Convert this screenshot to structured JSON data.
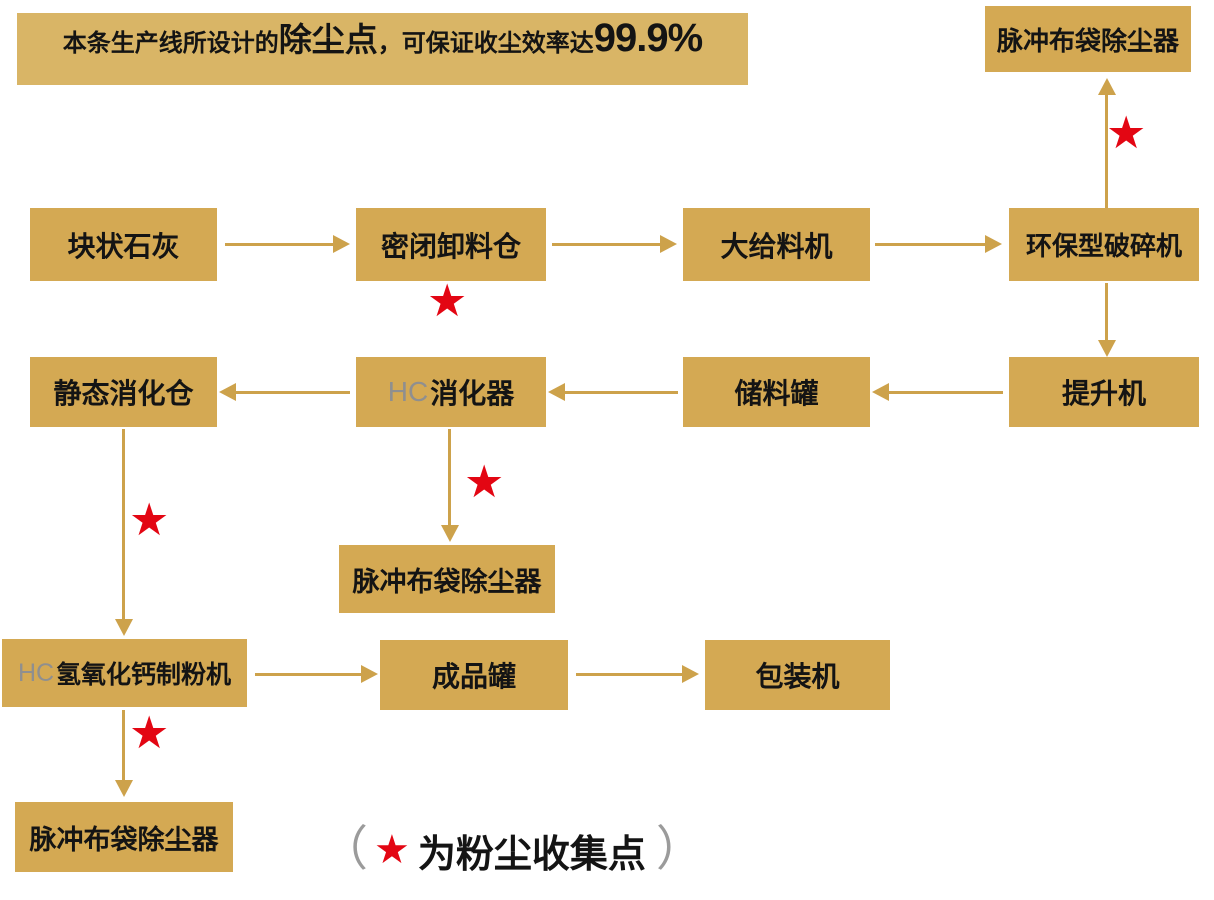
{
  "title": {
    "part1": "本条生产线所设计的",
    "part2": "除尘点",
    "part3": "，可保证收尘效率达",
    "part4": "99.9%"
  },
  "star_symbol": "★",
  "colors": {
    "box_gold": "#D4A953",
    "banner_gold": "#D9B566",
    "arrow_gold": "#CDA24B",
    "star_red": "#E30613",
    "text_black": "#141414",
    "hc_gray": "#8F8F8F"
  },
  "nodes": {
    "top_dust_collector": {
      "label": "脉冲布袋除尘器"
    },
    "lump_lime": {
      "label": "块状石灰"
    },
    "sealed_unloading_silo": {
      "label": "密闭卸料仓"
    },
    "large_feeder": {
      "label": "大给料机"
    },
    "eco_crusher": {
      "label": "环保型破碎机"
    },
    "static_digestion_silo": {
      "label": "静态消化仓"
    },
    "hc_digester": {
      "prefix": "HC",
      "label": "消化器"
    },
    "storage_tank": {
      "label": "储料罐"
    },
    "elevator": {
      "label": "提升机"
    },
    "mid_dust_collector": {
      "label": "脉冲布袋除尘器"
    },
    "hc_calcium_hydroxide_mill": {
      "prefix": "HC",
      "label": "氢氧化钙制粉机"
    },
    "finished_product_tank": {
      "label": "成品罐"
    },
    "packing_machine": {
      "label": "包装机"
    },
    "bottom_dust_collector": {
      "label": "脉冲布袋除尘器"
    }
  },
  "edges": [
    {
      "from": "块状石灰",
      "to": "密闭卸料仓"
    },
    {
      "from": "密闭卸料仓",
      "to": "大给料机"
    },
    {
      "from": "大给料机",
      "to": "环保型破碎机"
    },
    {
      "from": "环保型破碎机",
      "to": "脉冲布袋除尘器(顶部)"
    },
    {
      "from": "环保型破碎机",
      "to": "提升机"
    },
    {
      "from": "提升机",
      "to": "储料罐"
    },
    {
      "from": "储料罐",
      "to": "HC消化器"
    },
    {
      "from": "HC消化器",
      "to": "静态消化仓"
    },
    {
      "from": "HC消化器",
      "to": "脉冲布袋除尘器(中部)"
    },
    {
      "from": "静态消化仓",
      "to": "HC氢氧化钙制粉机"
    },
    {
      "from": "HC氢氧化钙制粉机",
      "to": "成品罐"
    },
    {
      "from": "HC氢氧化钙制粉机",
      "to": "脉冲布袋除尘器(底部)"
    },
    {
      "from": "成品罐",
      "to": "包装机"
    }
  ],
  "dust_collection_points": [
    "密闭卸料仓",
    "环保型破碎机→脉冲布袋除尘器(顶部)",
    "HC消化器→脉冲布袋除尘器(中部)",
    "静态消化仓→HC氢氧化钙制粉机",
    "HC氢氧化钙制粉机→脉冲布袋除尘器(底部)"
  ],
  "legend": {
    "open_paren": "（",
    "star": "★",
    "label": "为粉尘收集点",
    "close_paren": "）"
  }
}
